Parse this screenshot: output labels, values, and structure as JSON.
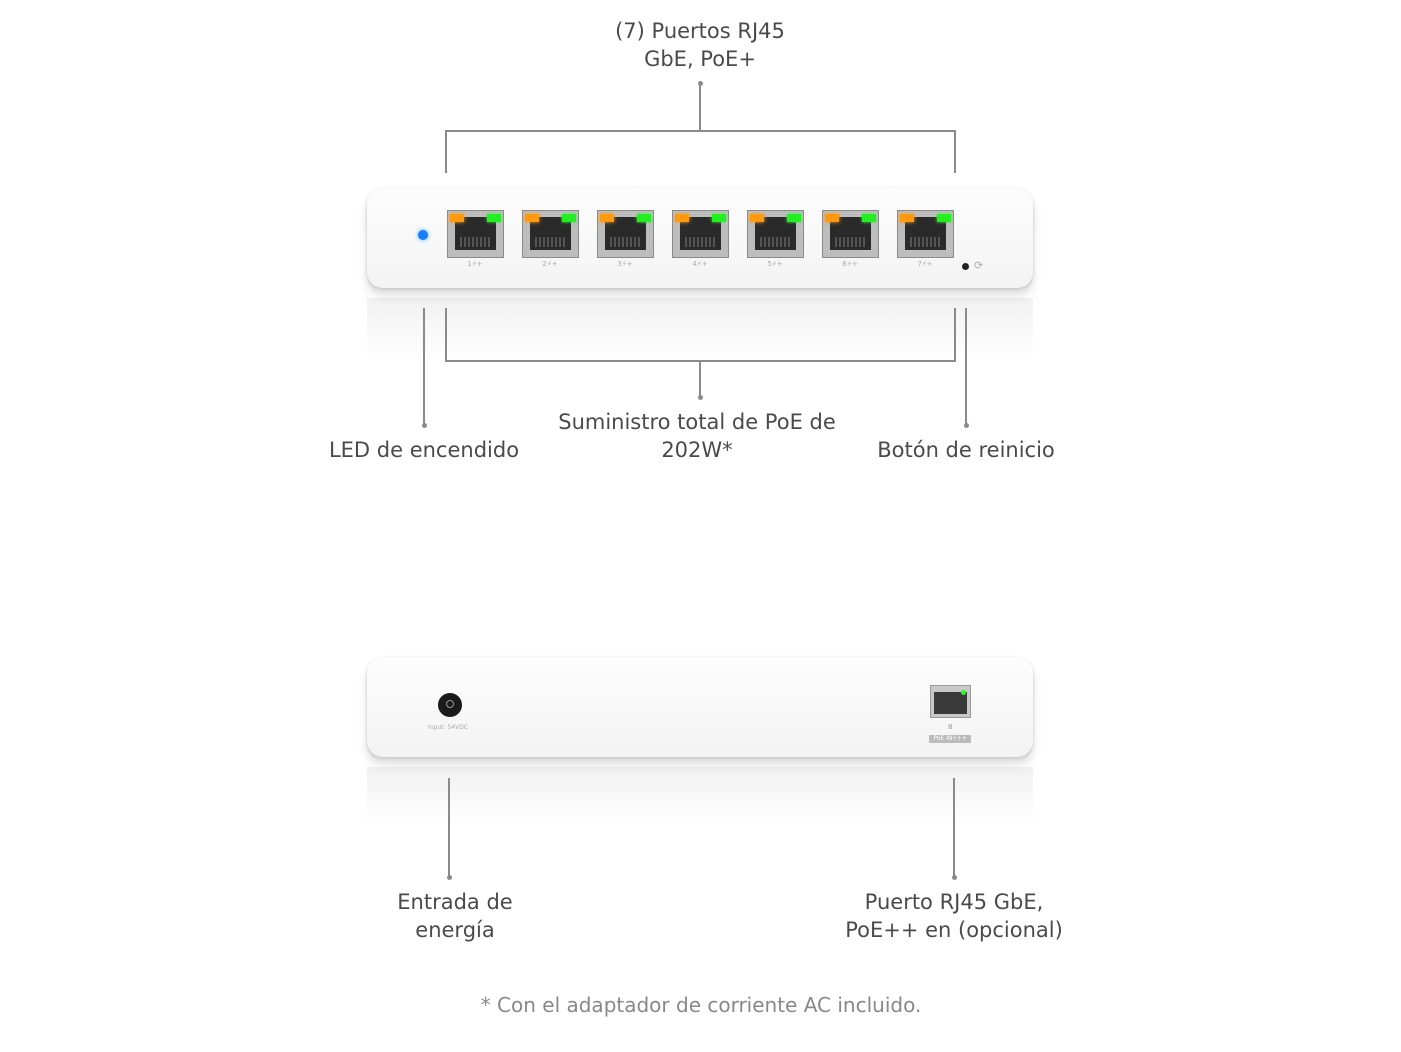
{
  "front": {
    "ports_label_line1": "(7) Puertos RJ45",
    "ports_label_line2": "GbE, PoE+",
    "led_label": "LED de encendido",
    "poe_label_line1": "Suministro total de PoE de",
    "poe_label_line2": "202W*",
    "reset_label": "Botón de reinicio",
    "port_numbers": [
      "1⚡+",
      "2⚡+",
      "3⚡+",
      "4⚡+",
      "5⚡+",
      "6⚡+",
      "7⚡+"
    ],
    "power_led_color": "#1a7cff"
  },
  "back": {
    "power_label_line1": "Entrada de",
    "power_label_line2": "energía",
    "uplink_label_line1": "Puerto RJ45 GbE,",
    "uplink_label_line2": "PoE++ en  (opcional)",
    "input_text": "Input: 54VDC",
    "port_number": "8",
    "poe_in_badge": "PoE IN⚡++"
  },
  "footnote": "* Con el adaptador de corriente AC incluido."
}
